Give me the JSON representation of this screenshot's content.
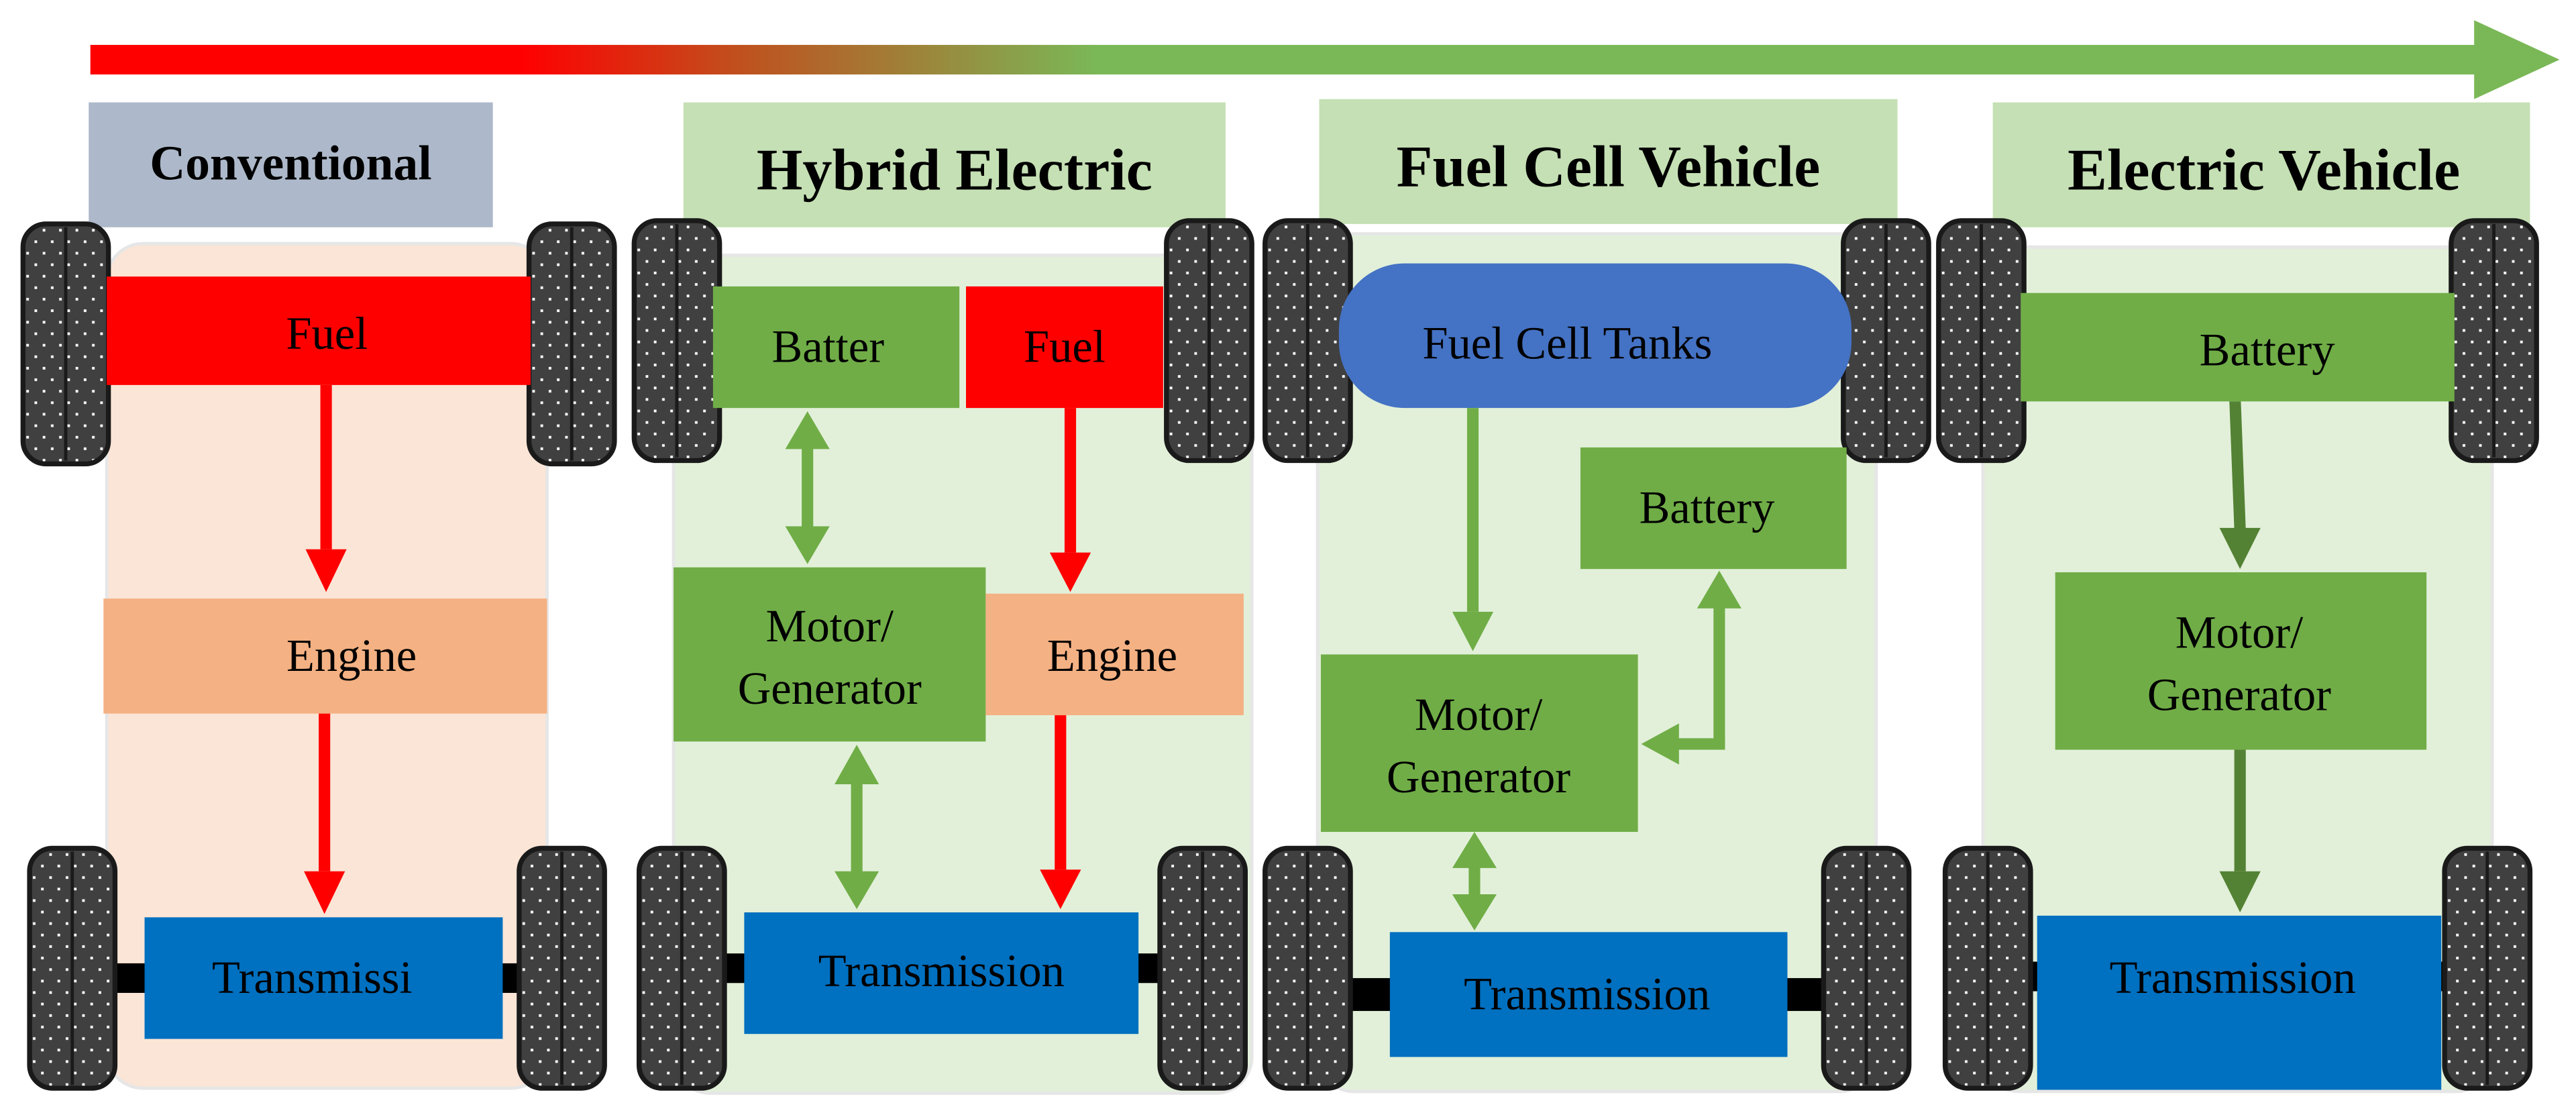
{
  "progress_arrow": {
    "colors": {
      "start": "#ff0000",
      "middle": "#c0501e",
      "end": "#7ab857"
    }
  },
  "colors": {
    "fuel_red": "#ff0000",
    "engine_orange": "#f4b183",
    "component_green": "#70ad47",
    "transmission_blue": "#0070c0",
    "fuel_cell_blue": "#4472c4",
    "conventional_title_bg": "#adb9ca",
    "title_bg_green": "#c5e0b4",
    "conventional_body_bg": "#fbe5d6",
    "green_body_bg": "#e2f0d9",
    "arrow_dark_green": "#548235",
    "wheel": "#404040",
    "axle": "#000000"
  },
  "panels": {
    "conventional": {
      "title": "Conventional",
      "fuel": "Fuel",
      "engine": "Engine",
      "transmission": "Transmissi"
    },
    "hybrid": {
      "title": "Hybrid Electric",
      "battery": "Batter",
      "fuel": "Fuel",
      "motor_line1": "Motor/",
      "motor_line2": "Generator",
      "engine": "Engine",
      "transmission": "Transmission"
    },
    "fuel_cell": {
      "title": "Fuel Cell Vehicle",
      "tanks": "Fuel Cell Tanks",
      "battery": "Battery",
      "motor_line1": "Motor/",
      "motor_line2": "Generator",
      "transmission": "Transmission"
    },
    "electric": {
      "title": "Electric Vehicle",
      "battery": "Battery",
      "motor_line1": "Motor/",
      "motor_line2": "Generator",
      "transmission": "Transmission"
    }
  }
}
